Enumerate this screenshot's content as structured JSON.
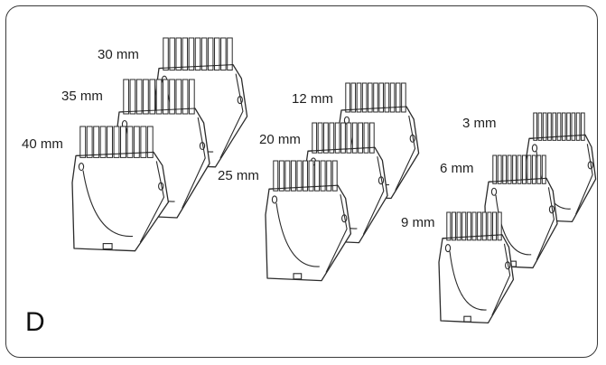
{
  "panel_letter": "D",
  "groups": [
    {
      "id": "large",
      "labels": [
        "30 mm",
        "35 mm",
        "40 mm"
      ]
    },
    {
      "id": "medium",
      "labels": [
        "12 mm",
        "20 mm",
        "25 mm"
      ]
    },
    {
      "id": "small",
      "labels": [
        "3 mm",
        "6 mm",
        "9 mm"
      ]
    }
  ],
  "colors": {
    "line": "#2b2b2b",
    "border": "#3a3a3a",
    "background": "#ffffff"
  },
  "icon": "hair-clipper-comb-attachment"
}
